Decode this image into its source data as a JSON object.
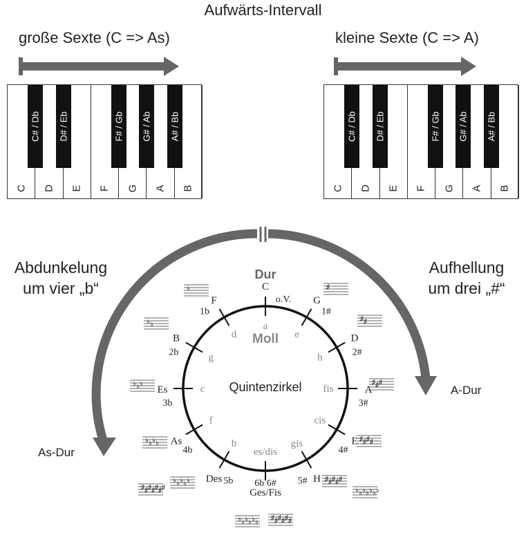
{
  "title": "Aufwärts-Intervall",
  "left_panel": {
    "subtitle": "große Sexte (C => As)",
    "white_keys": [
      "C",
      "D",
      "E",
      "F",
      "G",
      "A",
      "B"
    ],
    "black_keys": [
      "C# / Db",
      "D# / Eb",
      "F# / Gb",
      "G# / Ab",
      "A# / Bb"
    ]
  },
  "right_panel": {
    "subtitle": "kleine Sexte (C => A)",
    "white_keys": [
      "C",
      "D",
      "E",
      "F",
      "G",
      "A",
      "B"
    ],
    "black_keys": [
      "C# / Db",
      "D# / Eb",
      "F# / Gb",
      "G# / Ab",
      "A# / Bb"
    ]
  },
  "circle": {
    "dur_label": "Dur",
    "moll_label": "Moll",
    "center_label": "Quintenzirkel",
    "dur_keys": [
      "C",
      "G",
      "D",
      "A",
      "E",
      "H",
      "Ges/Fis",
      "Des",
      "As",
      "Es",
      "B",
      "F"
    ],
    "accidentals": [
      "o.V.",
      "1#",
      "2#",
      "3#",
      "4#",
      "5#",
      "6b 6#",
      "5b",
      "4b",
      "3b",
      "2b",
      "1b"
    ],
    "moll_keys": [
      "a",
      "e",
      "h",
      "fis",
      "cis",
      "gis",
      "es/dis",
      "b",
      "f",
      "c",
      "g",
      "d"
    ]
  },
  "left_side_label": [
    "Abdunkelung",
    "um vier „b“"
  ],
  "right_side_label": [
    "Aufhellung",
    "um drei „#“"
  ],
  "left_target": "As-Dur",
  "right_target": "A-Dur",
  "colors": {
    "arrow": "#666666",
    "key_black": "#111111",
    "moll_text": "#888888",
    "dur_text": "#666666"
  }
}
